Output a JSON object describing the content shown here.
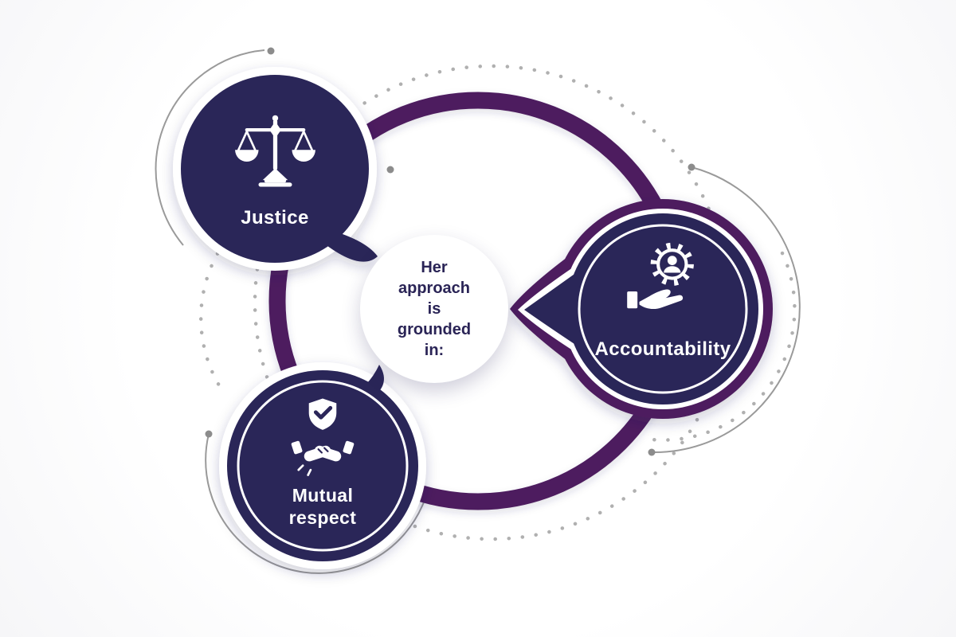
{
  "center": {
    "text": "Her approach is grounded in:"
  },
  "nodes": [
    {
      "id": "justice",
      "label": "Justice",
      "icon": "scales-of-justice-icon"
    },
    {
      "id": "accountability",
      "label": "Accountability",
      "icon": "person-gear-hand-icon"
    },
    {
      "id": "mutual_respect",
      "label": "Mutual respect",
      "icon": "handshake-shield-icon"
    }
  ],
  "colors": {
    "navy": "#2b2659",
    "purple": "#4d1f5e",
    "dot_gray": "#b0b0b0",
    "arc_gray": "#9a9a9a",
    "white": "#ffffff",
    "center_text": "#2a2456"
  }
}
